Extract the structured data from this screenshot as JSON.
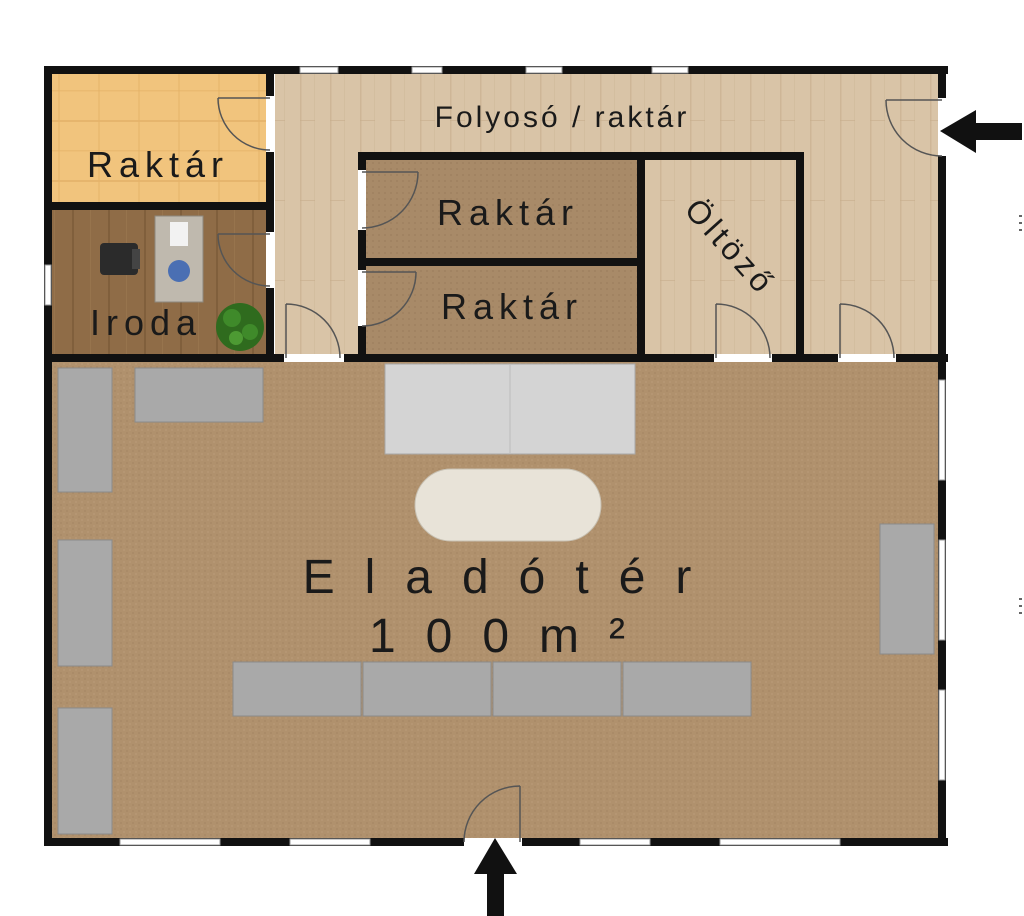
{
  "rooms": {
    "corridor": "Folyosó / raktár",
    "storage_top_left": "Raktár",
    "storage_upper": "Raktár",
    "storage_lower": "Raktár",
    "changing_room": "Öltöző",
    "office": "Iroda",
    "sales_floor": "Eladótér",
    "sales_area": "100m²"
  },
  "icons": {
    "entrance_arrow": "arrow-left-icon",
    "front_arrow": "arrow-up-icon"
  },
  "colors": {
    "wall": "#111111",
    "corridor_floor": "#d6c2a4",
    "storage_floor_light": "#f2c27a",
    "storage_floor_dark": "#a07c55",
    "office_floor": "#8a6a45",
    "sales_floor": "#b0916d",
    "shelf": "#a9a9a9"
  }
}
